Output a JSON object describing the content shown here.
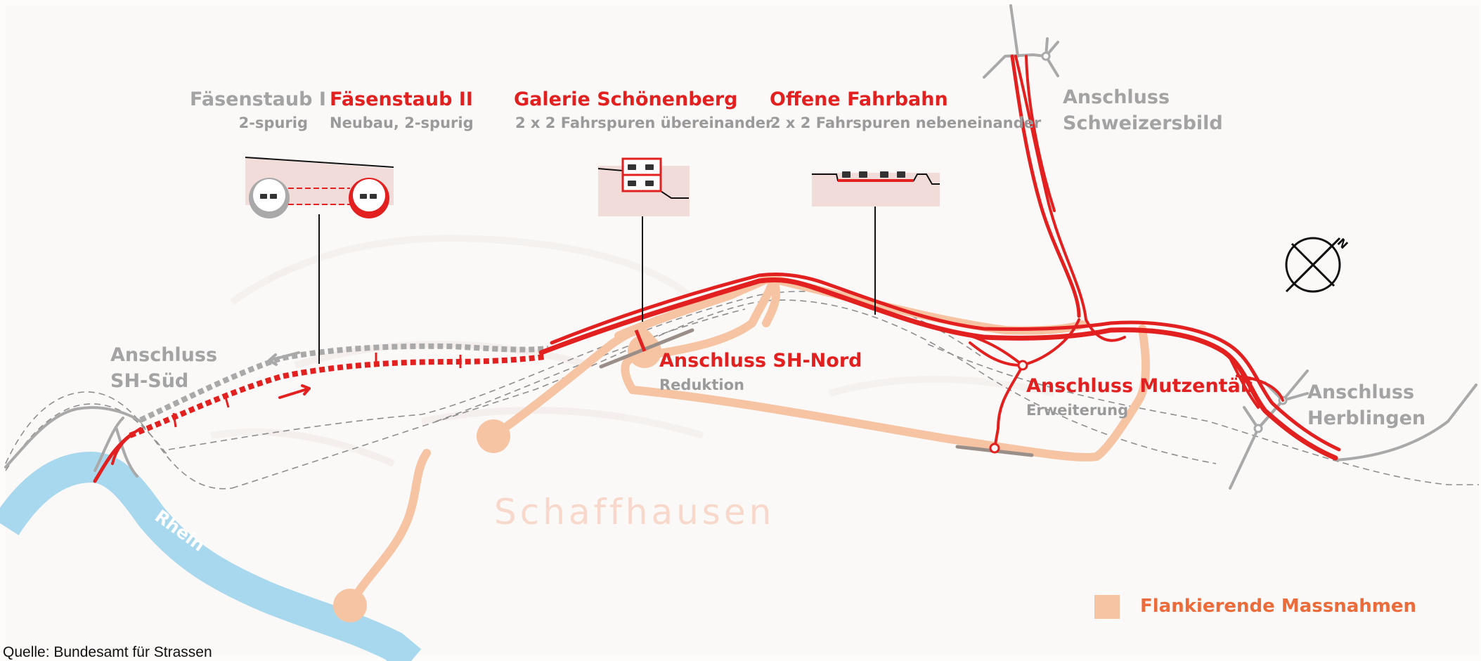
{
  "colors": {
    "red": "#e2201f",
    "gray": "#a3a3a3",
    "orange_route": "#f6c4a3",
    "river": "#a8d8ee",
    "background": "#fefcfb"
  },
  "sections": {
    "faesenstaub1": {
      "title": "Fäsenstaub I",
      "subtitle": "2-spurig"
    },
    "faesenstaub2": {
      "title": "Fäsenstaub II",
      "subtitle": "Neubau, 2-spurig"
    },
    "galerie": {
      "title": "Galerie Schönenberg",
      "subtitle": "2 x 2 Fahrspuren übereinander"
    },
    "offene": {
      "title": "Offene Fahrbahn",
      "subtitle": "2 x 2 Fahrspuren nebeneinander"
    }
  },
  "junctions": {
    "schweizersbild": {
      "line1": "Anschluss",
      "line2": "Schweizersbild"
    },
    "sh_sued": {
      "line1": "Anschluss",
      "line2": "SH-Süd"
    },
    "sh_nord": {
      "title": "Anschluss SH-Nord",
      "subtitle": "Reduktion"
    },
    "mutzentaeli": {
      "title": "Anschluss Mutzentäli",
      "subtitle": "Erweiterung"
    },
    "herblingen": {
      "line1": "Anschluss",
      "line2": "Herblingen"
    }
  },
  "places": {
    "city": "Schaffhausen",
    "river": "Rhein"
  },
  "compass": {
    "north_label": "N"
  },
  "legend": {
    "label": "Flankierende Massnahmen"
  },
  "source": "Quelle: Bundesamt für Strassen"
}
